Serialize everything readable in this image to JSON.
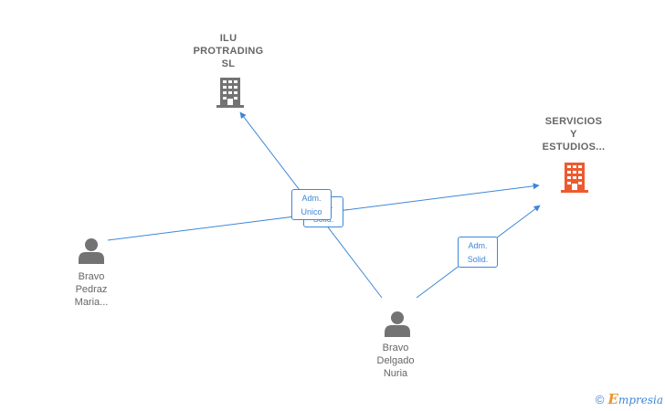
{
  "colors": {
    "edge": "#3d87d8",
    "company_gray": "#737373",
    "company_highlight": "#ee5a2e",
    "person": "#737373",
    "label_text": "#666666",
    "brand_orange": "#e8952f"
  },
  "icons": {
    "company": "building-icon",
    "person": "person-icon"
  },
  "nodes": {
    "ilu": {
      "lines": [
        "ILU",
        "PROTRADING",
        "SL"
      ]
    },
    "servicios": {
      "lines": [
        "SERVICIOS",
        "Y",
        "ESTUDIOS..."
      ]
    },
    "pedraz": {
      "lines": [
        "Bravo",
        "Pedraz",
        "Maria..."
      ]
    },
    "delgado": {
      "lines": [
        "Bravo",
        "Delgado",
        "Nuria"
      ]
    }
  },
  "edges": {
    "adm_unico": {
      "lines": [
        "Adm.",
        "Unico"
      ]
    },
    "adm_back": {
      "lines": [
        "Adm.",
        "Solid."
      ]
    },
    "adm_solid": {
      "lines": [
        "Adm.",
        "Solid."
      ]
    }
  },
  "footer": {
    "copyright": "©",
    "brand_first": "E",
    "brand_rest": "mpresia"
  }
}
